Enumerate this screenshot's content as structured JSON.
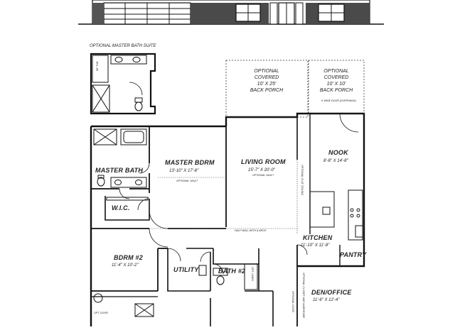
{
  "plan": {
    "optional_bath_suite_label": "OPTIONAL MASTER BATH SUITE",
    "rooms": {
      "master_bdrm": {
        "name": "MASTER BDRM",
        "dims": "13'-10\" X 17'-8\"",
        "note": "OPTIONAL VAULT"
      },
      "living_room": {
        "name": "LIVING ROOM",
        "dims": "15'-7\" X 20'-0\"",
        "note": "OPTIONAL VAULT"
      },
      "nook": {
        "name": "NOOK",
        "dims": "8'-8\" X 14'-8\""
      },
      "master_bath": {
        "name": "MASTER BATH"
      },
      "wic": {
        "name": "W.I.C."
      },
      "kitchen": {
        "name": "KITCHEN",
        "dims": "11'-10\" X 11'-8\""
      },
      "pantry": {
        "name": "PANTRY"
      },
      "bdrm2": {
        "name": "BDRM #2",
        "dims": "11'-4\" X 10'-2\""
      },
      "utility": {
        "name": "UTILITY"
      },
      "bath2": {
        "name": "BATH #2"
      },
      "den": {
        "name": "DEN/OFFICE",
        "dims": "11'-6\" X 12'-4\""
      }
    },
    "porches": [
      {
        "lines": [
          "OPTIONAL",
          "COVERED",
          "10' X 25'",
          "BACK PORCH"
        ]
      },
      {
        "lines": [
          "OPTIONAL",
          "COVERED",
          "10' X 10'",
          "BACK PORCH"
        ]
      }
    ],
    "annotations": {
      "sliding_door": "6' WIDE DOOR (OVERHANG)",
      "flat_ceiling": "OPTIONAL FLAT CEILING",
      "half_wall": "HALF WALL WITH & ARCH",
      "opt_door": "OPT. DOOR",
      "opt_linen": "OPT. LINEN",
      "opt_den_door": "OPTIONAL DOOR",
      "opt_closet": "OPTIONAL CLOSET AND WARDROBE",
      "bath_tub": "60\" TUB"
    }
  }
}
